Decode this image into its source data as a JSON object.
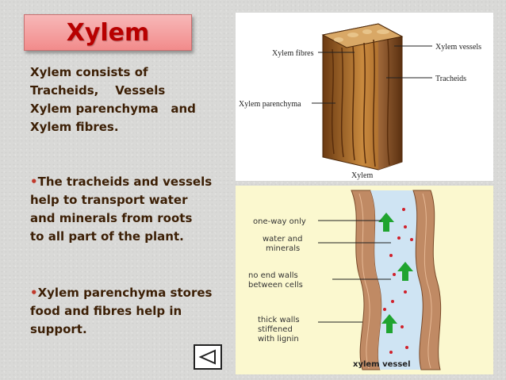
{
  "title": "Xylem",
  "intro": {
    "line1": "Xylem consists of",
    "line2": "Tracheids,    Vessels",
    "line3": "Xylem parenchyma   and",
    "line4": "Xylem fibres."
  },
  "bullet1": {
    "marker": "•",
    "line1": "The tracheids and vessels",
    "line2": "help to transport water",
    "line3": "and minerals from roots",
    "line4": "to all part of the plant."
  },
  "bullet2": {
    "marker": "•",
    "line1": "Xylem parenchyma stores",
    "line2": "food and fibres help in",
    "line3": "support."
  },
  "diagram_top": {
    "label_fibres": "Xylem fibres",
    "label_vessels": "Xylem vessels",
    "label_tracheids": "Tracheids",
    "label_parenchyma": "Xylem parenchyma",
    "caption": "Xylem"
  },
  "diagram_bottom": {
    "label_one_way": "one-way only",
    "label_water_1": "water and",
    "label_water_2": "minerals",
    "label_no_end_1": "no end walls",
    "label_no_end_2": "between cells",
    "label_thick_1": "thick walls",
    "label_thick_2": "stiffened",
    "label_thick_3": "with lignin",
    "caption": "xylem vessel"
  },
  "nav": {
    "icon": "triangle-left-icon"
  },
  "colors": {
    "title_text": "#b80000",
    "title_bg": "#f28b8b",
    "body_text": "#3c1f05",
    "bullet": "#c0392b",
    "arrow": "#1fa42f",
    "dot": "#d0202a"
  }
}
